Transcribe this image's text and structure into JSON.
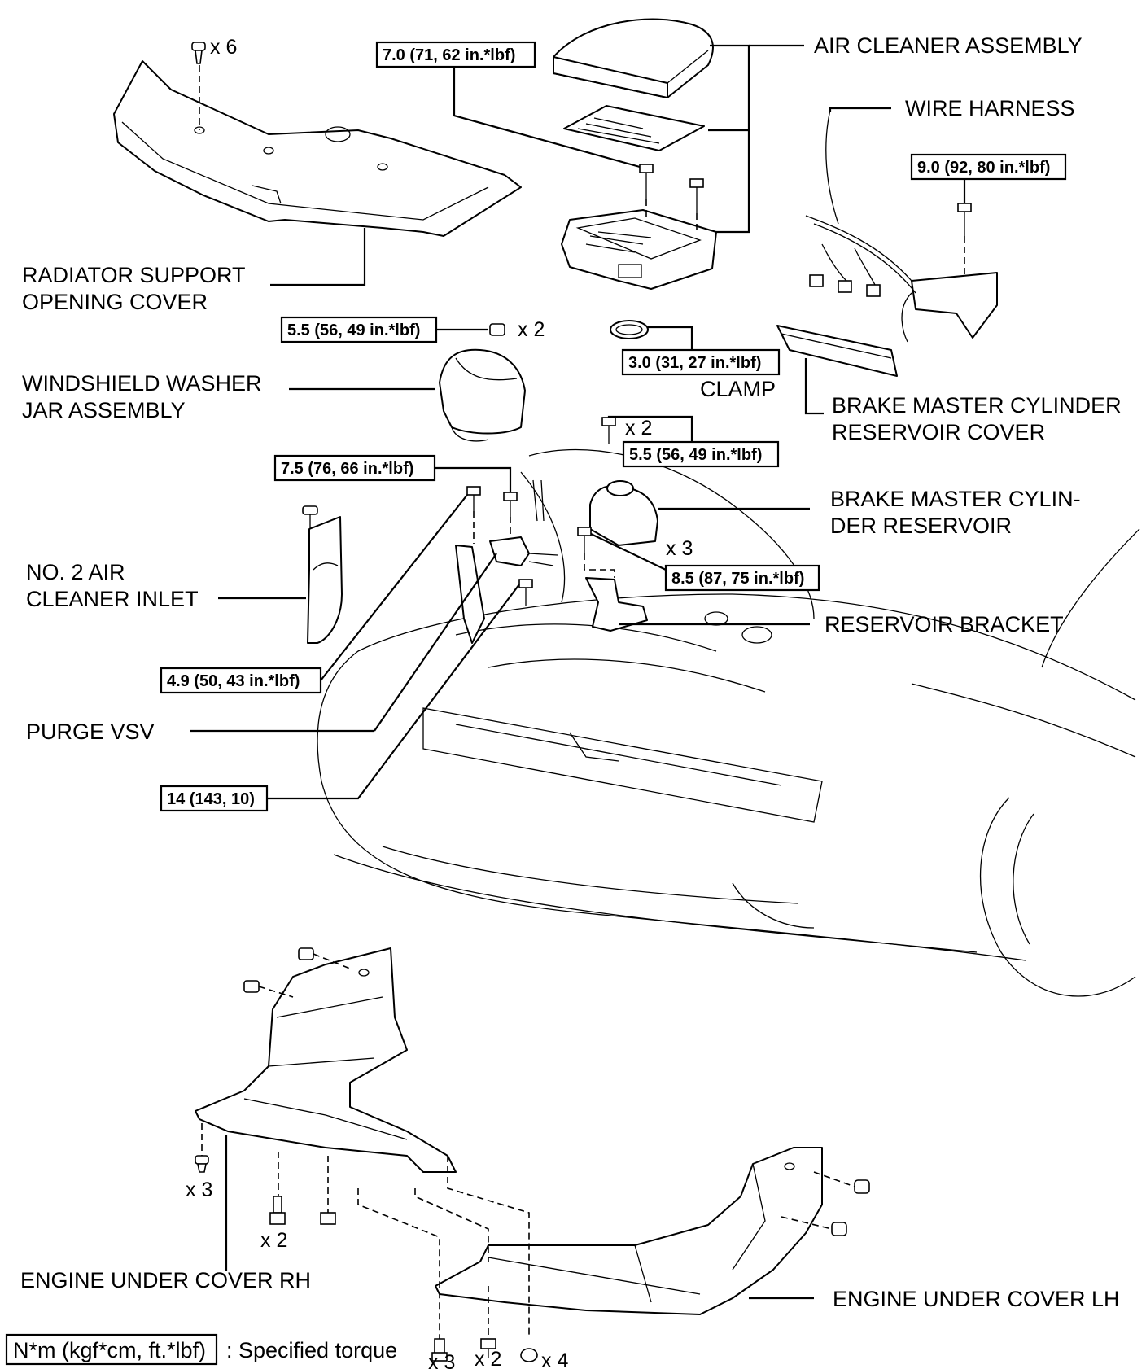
{
  "labels": {
    "air_cleaner_assembly": "AIR CLEANER ASSEMBLY",
    "wire_harness": "WIRE HARNESS",
    "radiator_support_1": "RADIATOR SUPPORT",
    "radiator_support_2": "OPENING COVER",
    "washer_jar_1": "WINDSHIELD WASHER",
    "washer_jar_2": "JAR ASSEMBLY",
    "clamp": "CLAMP",
    "brake_cover_1": "BRAKE MASTER CYLINDER",
    "brake_cover_2": "RESERVOIR COVER",
    "brake_reservoir_1": "BRAKE MASTER CYLIN-",
    "brake_reservoir_2": "DER RESERVOIR",
    "air_inlet_1": "NO. 2 AIR",
    "air_inlet_2": "CLEANER INLET",
    "reservoir_bracket": "RESERVOIR BRACKET",
    "purge_vsv": "PURGE VSV",
    "engine_under_cover_rh": "ENGINE UNDER COVER RH",
    "engine_under_cover_lh": "ENGINE UNDER COVER LH"
  },
  "torques": {
    "t_air_cleaner": "7.0 (71, 62 in.*lbf)",
    "t_wire_harness": "9.0 (92, 80 in.*lbf)",
    "t_washer_jar": "5.5 (56, 49 in.*lbf)",
    "t_clamp": "3.0 (31, 27 in.*lbf)",
    "t_brake_reservoir": "5.5 (56, 49 in.*lbf)",
    "t_vsv": "7.5 (76, 66 in.*lbf)",
    "t_bracket": "8.5 (87, 75 in.*lbf)",
    "t_inlet": "4.9 (50, 43 in.*lbf)",
    "t_14": "14 (143, 10)"
  },
  "quantities": {
    "q_radiator_clips": "x 6",
    "q_washer_nuts": "x 2",
    "q_reservoir_bolts": "x 2",
    "q_bracket_bolts": "x 3",
    "q_rh_clips": "x 3",
    "q_rh_screws": "x 2",
    "q_lh_screws": "x 3",
    "q_lh_bolts": "x 2",
    "q_lh_clips": "x 4"
  },
  "legend": {
    "box_text": "N*m (kgf*cm, ft.*lbf)",
    "description": ": Specified torque"
  }
}
